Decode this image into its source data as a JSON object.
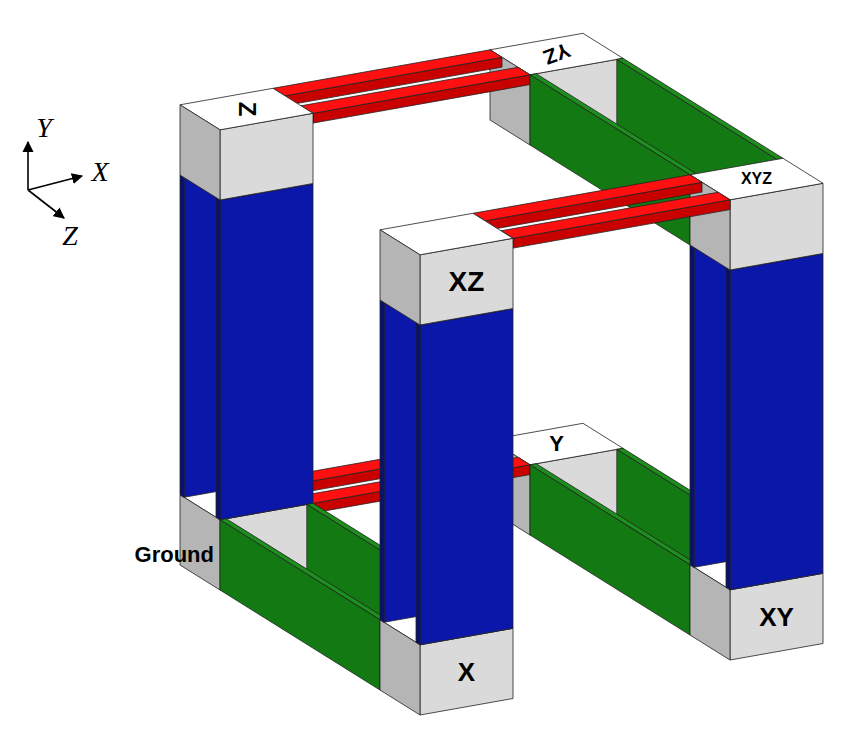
{
  "diagram": {
    "labels": [
      "Y",
      "X",
      "Z",
      "Z",
      "YZ",
      "XZ",
      "XYZ",
      "Y",
      "Ground",
      "XY",
      "X"
    ]
  }
}
